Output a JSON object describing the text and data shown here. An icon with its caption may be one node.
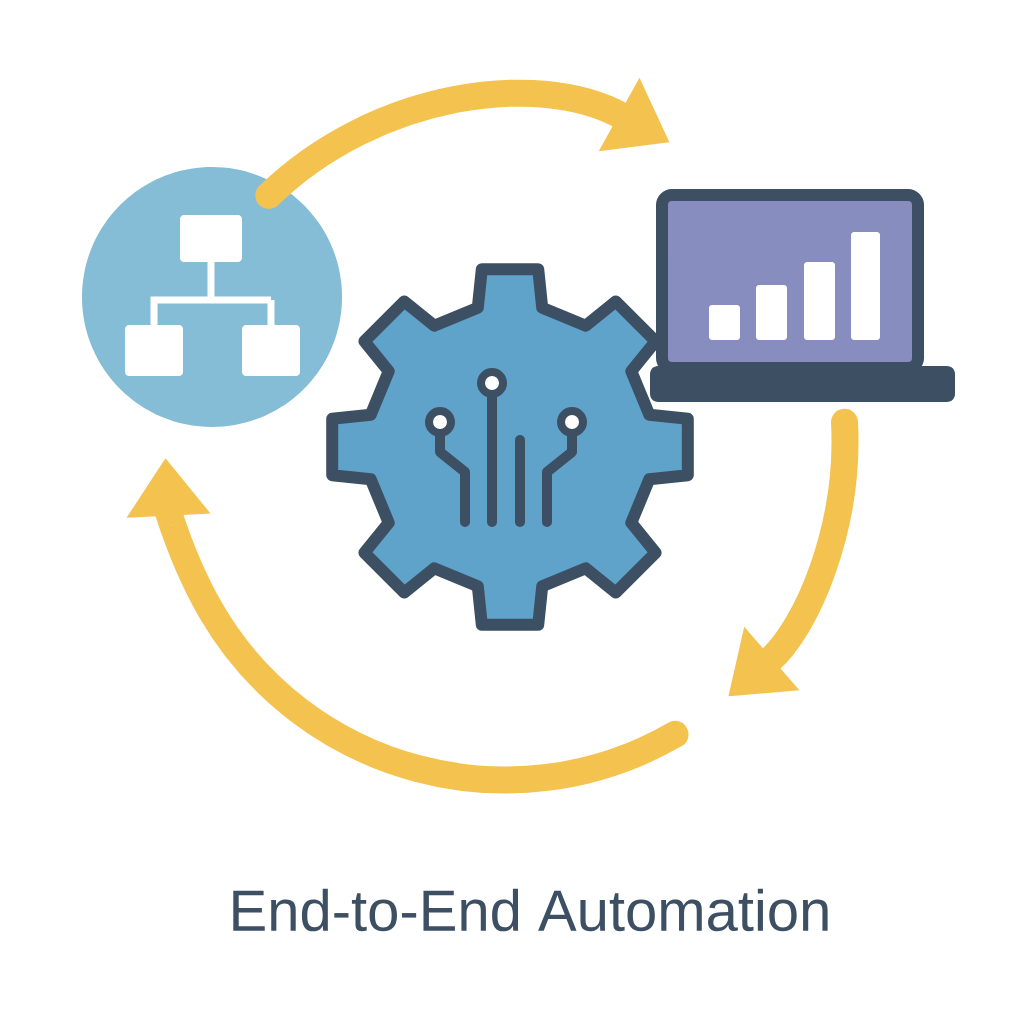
{
  "diagram": {
    "title": "End-to-End Automation",
    "nodes": [
      {
        "text": [],
        "shape": "circle"
      },
      {
        "text": [],
        "shape": "picture"
      },
      {
        "text": [],
        "shape": "picture"
      }
    ],
    "edges": [
      {
        "from": 0,
        "to": 1,
        "arrow": "to"
      },
      {
        "from": 1,
        "to": null,
        "arrow": "to"
      },
      {
        "from": null,
        "to": 0,
        "arrow": "to"
      }
    ]
  }
}
